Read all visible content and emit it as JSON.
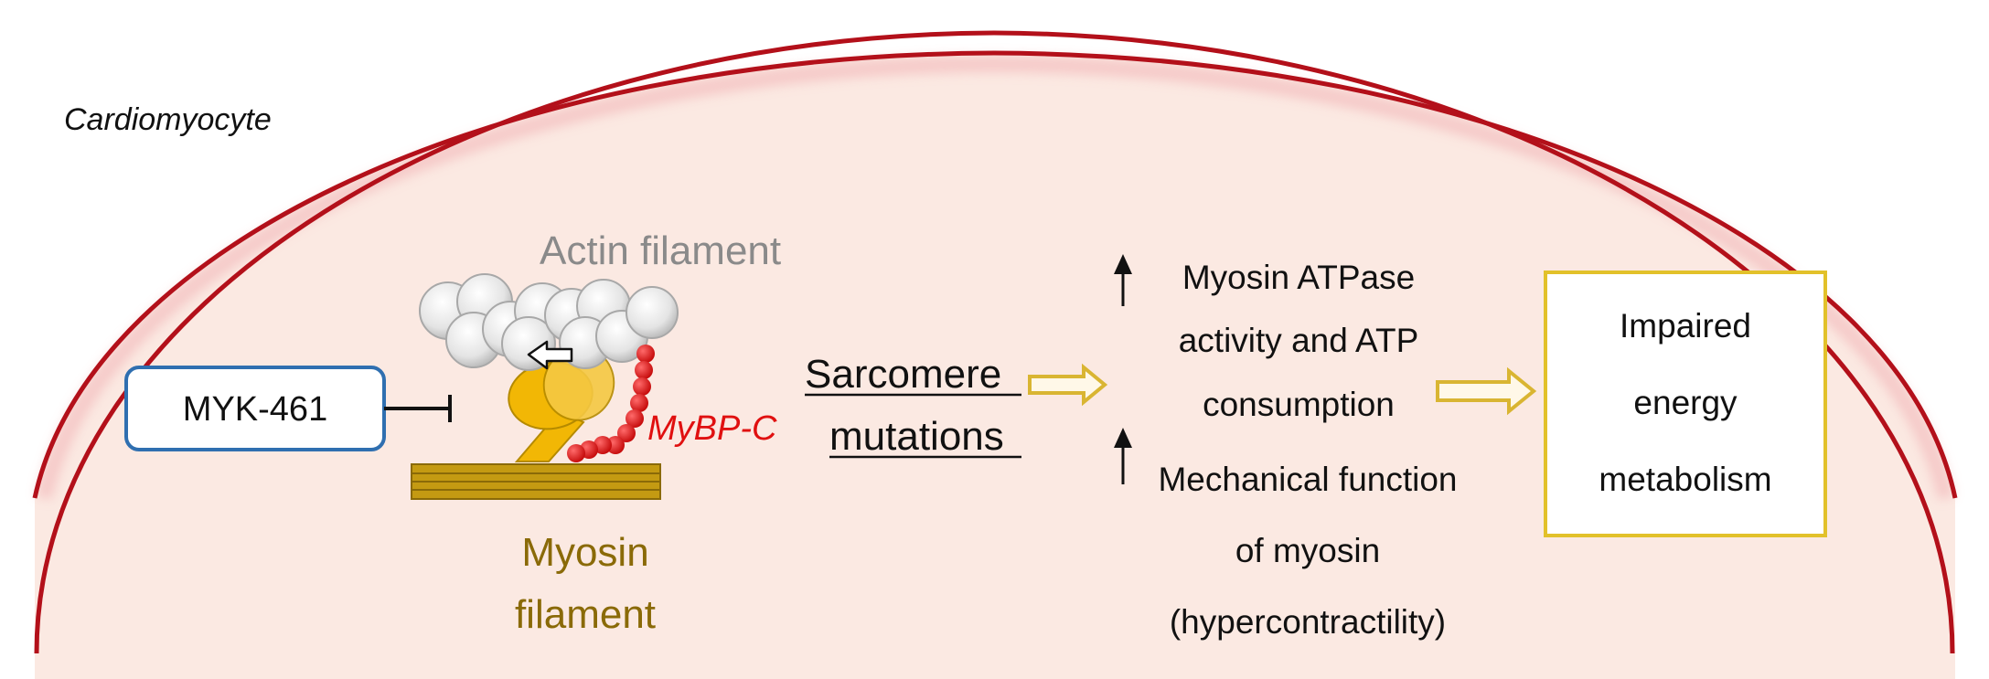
{
  "cell": {
    "label": "Cardiomyocyte",
    "membrane_color": "#b3101a",
    "fill_color": "#fbe9e2"
  },
  "inhibitor": {
    "label": "MYK-461",
    "border_color": "#2f6fb0"
  },
  "actin": {
    "label": "Actin filament",
    "label_color": "#8a8a8a"
  },
  "mybpc": {
    "label": "MyBP-C",
    "color": "#e01010"
  },
  "myosin": {
    "label_line1": "Myosin",
    "label_line2": "filament",
    "label_color": "#8a6a08",
    "head_color": "#f2b705",
    "thick_color": "#c49a12"
  },
  "mutations": {
    "line1": "Sarcomere",
    "line2": "mutations"
  },
  "effects": {
    "atpase_line1": "Myosin ATPase",
    "atpase_line2": "activity and ATP",
    "atpase_line3": "consumption",
    "mech_line1": "Mechanical function",
    "mech_line2": "of myosin",
    "mech_line3": "(hypercontractility)",
    "up_arrow_icon": "up-arrow-icon"
  },
  "outcome": {
    "line1": "Impaired",
    "line2": "energy",
    "line3": "metabolism",
    "border_color": "#e2c12a"
  },
  "flow_arrow_color": "#d9b532"
}
